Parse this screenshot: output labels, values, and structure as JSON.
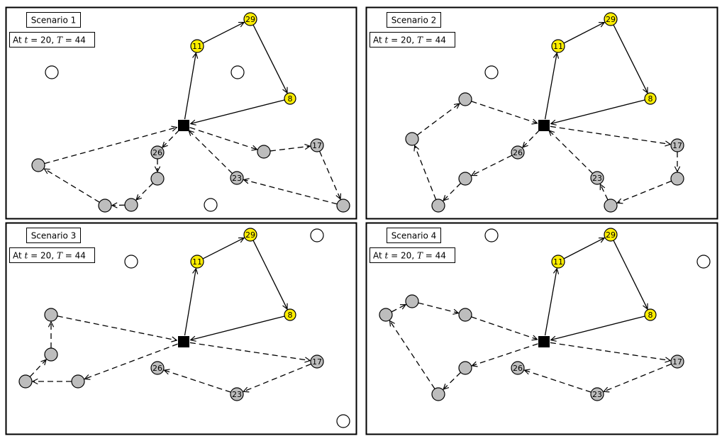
{
  "scenarios": [
    {
      "title": "Scenario 1",
      "info": {
        "prefix": "At ",
        "t_var": "t",
        "t_eq": " = 20, ",
        "T_var": "T",
        "T_eq": " = 44"
      },
      "panel_index": 0,
      "nodes": [
        {
          "id": "depot",
          "kind": "depot"
        },
        {
          "id": "11",
          "kind": "yellow",
          "label": "11"
        },
        {
          "id": "29",
          "kind": "yellow",
          "label": "29"
        },
        {
          "id": "8",
          "kind": "yellow",
          "label": "8"
        },
        {
          "id": "26",
          "kind": "gray",
          "label": "26"
        },
        {
          "id": "17",
          "kind": "gray",
          "label": "17"
        },
        {
          "id": "23",
          "kind": "gray",
          "label": "23"
        },
        {
          "id": "g1",
          "kind": "gray"
        },
        {
          "id": "g2",
          "kind": "gray"
        },
        {
          "id": "g3",
          "kind": "gray"
        },
        {
          "id": "g4",
          "kind": "gray"
        },
        {
          "id": "g5",
          "kind": "gray"
        },
        {
          "id": "w1",
          "kind": "white"
        },
        {
          "id": "w2",
          "kind": "white"
        },
        {
          "id": "w3",
          "kind": "white"
        }
      ],
      "solid_edges": [
        [
          "depot",
          "11"
        ],
        [
          "11",
          "29"
        ],
        [
          "29",
          "8"
        ],
        [
          "8",
          "depot"
        ]
      ],
      "dashed_edges": [
        [
          "depot",
          "26"
        ],
        [
          "26",
          "g2"
        ],
        [
          "g2",
          "g3"
        ],
        [
          "g3",
          "g4"
        ],
        [
          "g4",
          "g1"
        ],
        [
          "g1",
          "depot"
        ],
        [
          "depot",
          "g5"
        ],
        [
          "g5",
          "17"
        ],
        [
          "17",
          "g6"
        ],
        [
          "g6",
          "23"
        ],
        [
          "23",
          "depot"
        ]
      ]
    },
    {
      "title": "Scenario 2",
      "info": {
        "prefix": "At ",
        "t_var": "t",
        "t_eq": " = 20, ",
        "T_var": "T",
        "T_eq": " = 44"
      },
      "panel_index": 1
    },
    {
      "title": "Scenario 3",
      "info": {
        "prefix": "At ",
        "t_var": "t",
        "t_eq": " = 20, ",
        "T_var": "T",
        "T_eq": " = 44"
      },
      "panel_index": 2
    },
    {
      "title": "Scenario 4",
      "info": {
        "prefix": "At ",
        "t_var": "t",
        "t_eq": " = 20, ",
        "T_var": "T",
        "T_eq": " = 44"
      },
      "panel_index": 3
    }
  ],
  "colors": {
    "yellow": "#ffee00",
    "gray": "#bdbdbd",
    "white": "#ffffff",
    "depot": "#000000",
    "stroke": "#000000"
  },
  "node_labels": {
    "n11": "11",
    "n29": "29",
    "n8": "8",
    "n26": "26",
    "n17": "17",
    "n23": "23"
  }
}
